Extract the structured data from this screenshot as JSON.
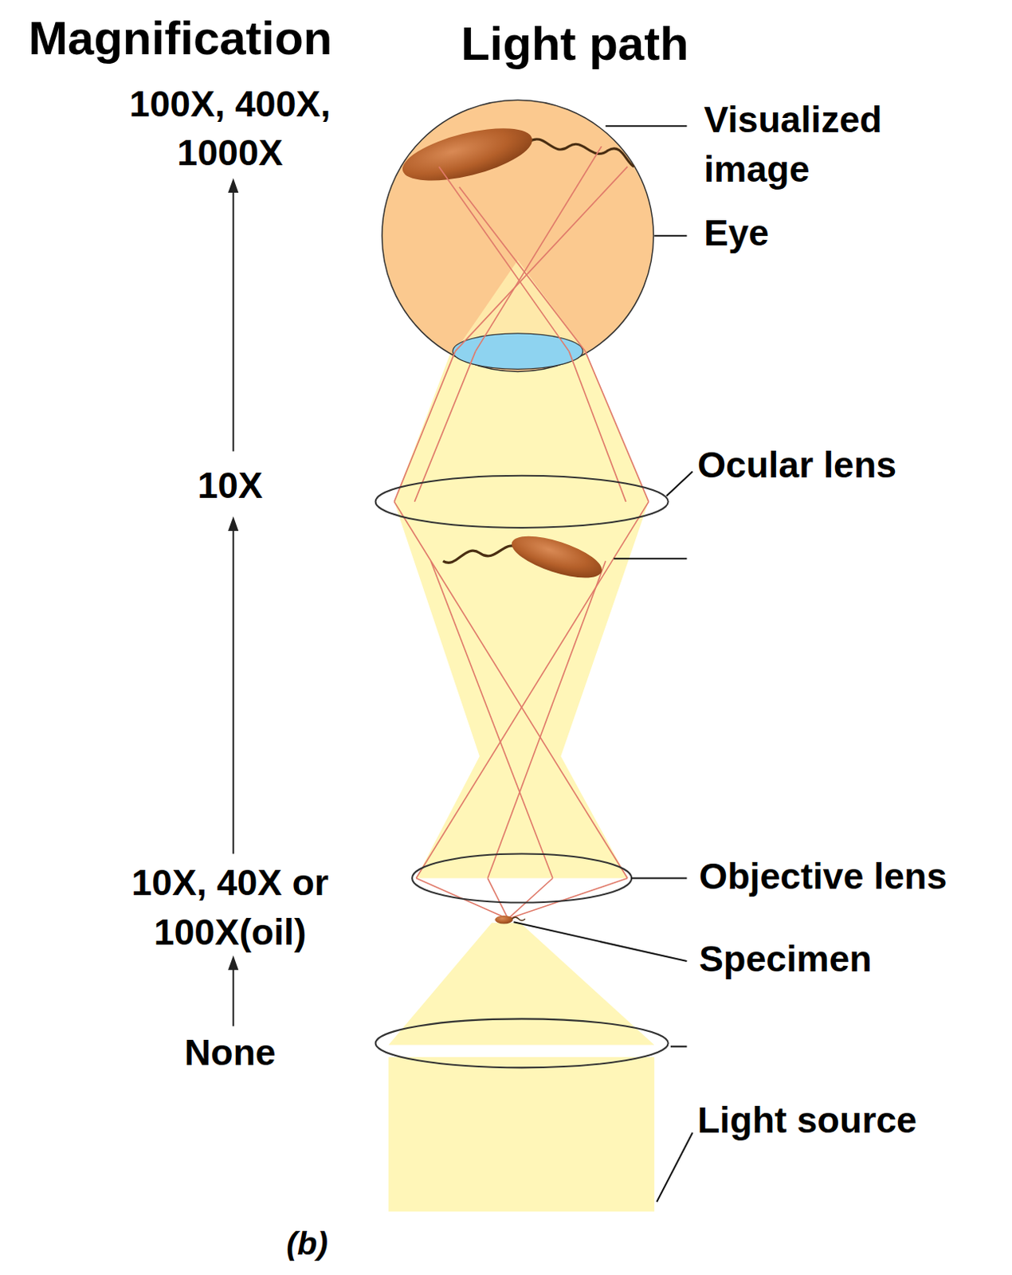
{
  "diagram": {
    "caption": "(b)",
    "labels": [
      "Magnification",
      "Light path",
      "100X, 400X, 1000X",
      "10X",
      "10X, 40X or 100X(oil)",
      "None",
      "Visualized image",
      "Eye",
      "Ocular lens",
      "Objective lens",
      "Specimen",
      "Light source"
    ]
  }
}
